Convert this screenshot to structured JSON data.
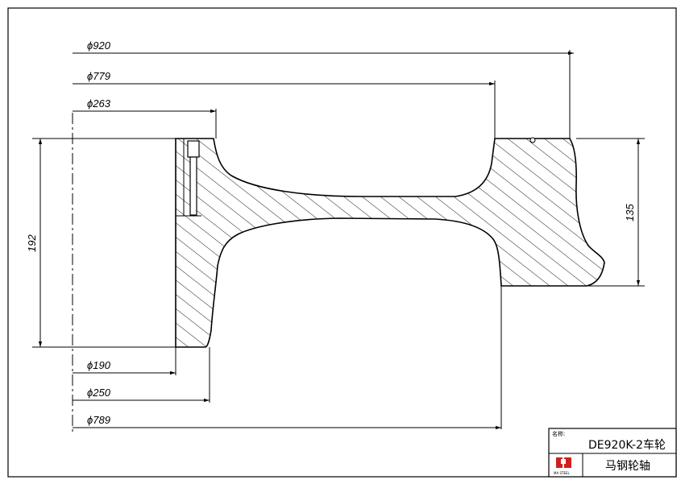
{
  "drawing": {
    "dimensions": {
      "d920": "ϕ920",
      "d779": "ϕ779",
      "d263": "ϕ263",
      "d190": "ϕ190",
      "d250": "ϕ250",
      "d789": "ϕ789",
      "h192": "192",
      "h135": "135"
    }
  },
  "title_block": {
    "name_label": "名称:",
    "part_name": "DE920K-2车轮",
    "company": "马钢轮轴",
    "logo_text": "MA STEEL",
    "logo_icon": "ma-steel-logo-icon"
  }
}
